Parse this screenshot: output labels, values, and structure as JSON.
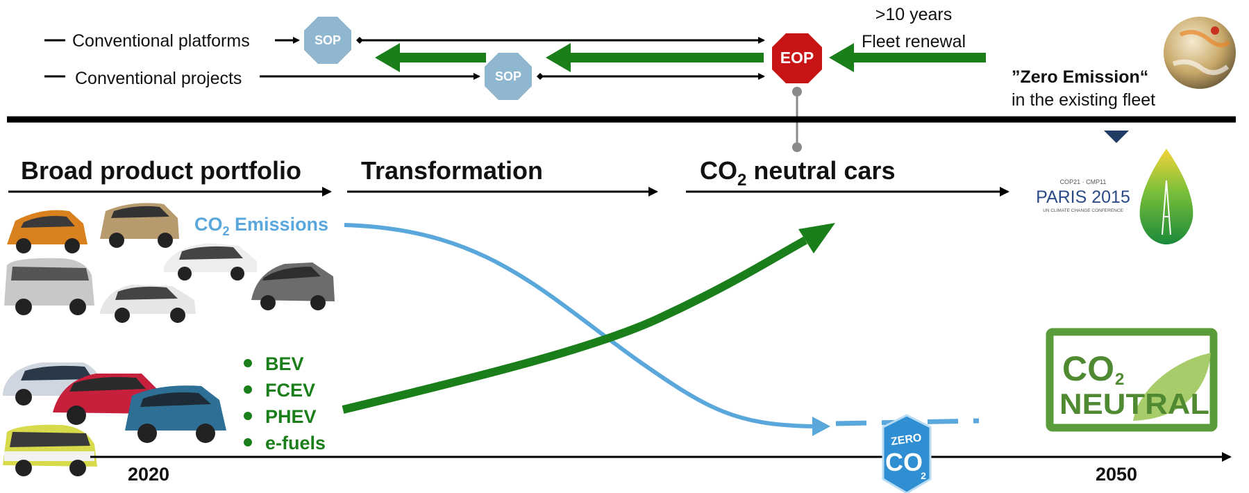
{
  "top": {
    "conventional_platforms": "Conventional platforms",
    "conventional_projects": "Conventional projects",
    "sop": "SOP",
    "eop": "EOP",
    "years": ">10 years",
    "fleet_renewal": "Fleet renewal",
    "zero_emission": "”Zero Emission“",
    "existing_fleet": "in the existing fleet"
  },
  "phases": {
    "broad": "Broad product portfolio",
    "transformation": "Transformation",
    "neutral_prefix": "CO",
    "neutral_sub": "2",
    "neutral_suffix": " neutral cars"
  },
  "emissions": {
    "prefix": "CO",
    "sub": "2",
    "suffix": " Emissions"
  },
  "powertrains": [
    "BEV",
    "FCEV",
    "PHEV",
    "e-fuels"
  ],
  "axis": {
    "start": "2020",
    "end": "2050"
  },
  "logos": {
    "paris_small": "COP21 · CMP11",
    "paris_main": "PARIS 2015",
    "paris_sub": "UN CLIMATE CHANGE CONFERENCE",
    "zero_word": "ZERO",
    "zero_co": "CO",
    "zero_sub": "2",
    "neutral_co": "CO",
    "neutral_sub": "2",
    "neutral_word": "NEUTRAL"
  },
  "colors": {
    "green": "#1a7f1a",
    "blue": "#5aa7dc",
    "sop": "#8fb7cf",
    "eop": "#c81414",
    "navy": "#1f3b63"
  }
}
